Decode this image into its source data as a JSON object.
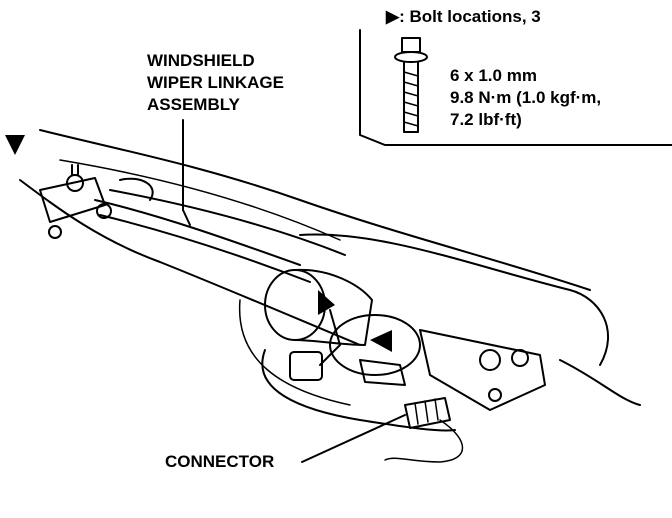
{
  "labels": {
    "assembly_line1": "WINDSHIELD",
    "assembly_line2": "WIPER LINKAGE",
    "assembly_line3": "ASSEMBLY",
    "connector": "CONNECTOR"
  },
  "legend": {
    "bolt_locations": "▶: Bolt locations, 3"
  },
  "spec": {
    "size": "6 x 1.0 mm",
    "torque_line1": "9.8 N·m (1.0 kgf·m,",
    "torque_line2": "7.2 lbf·ft)"
  }
}
